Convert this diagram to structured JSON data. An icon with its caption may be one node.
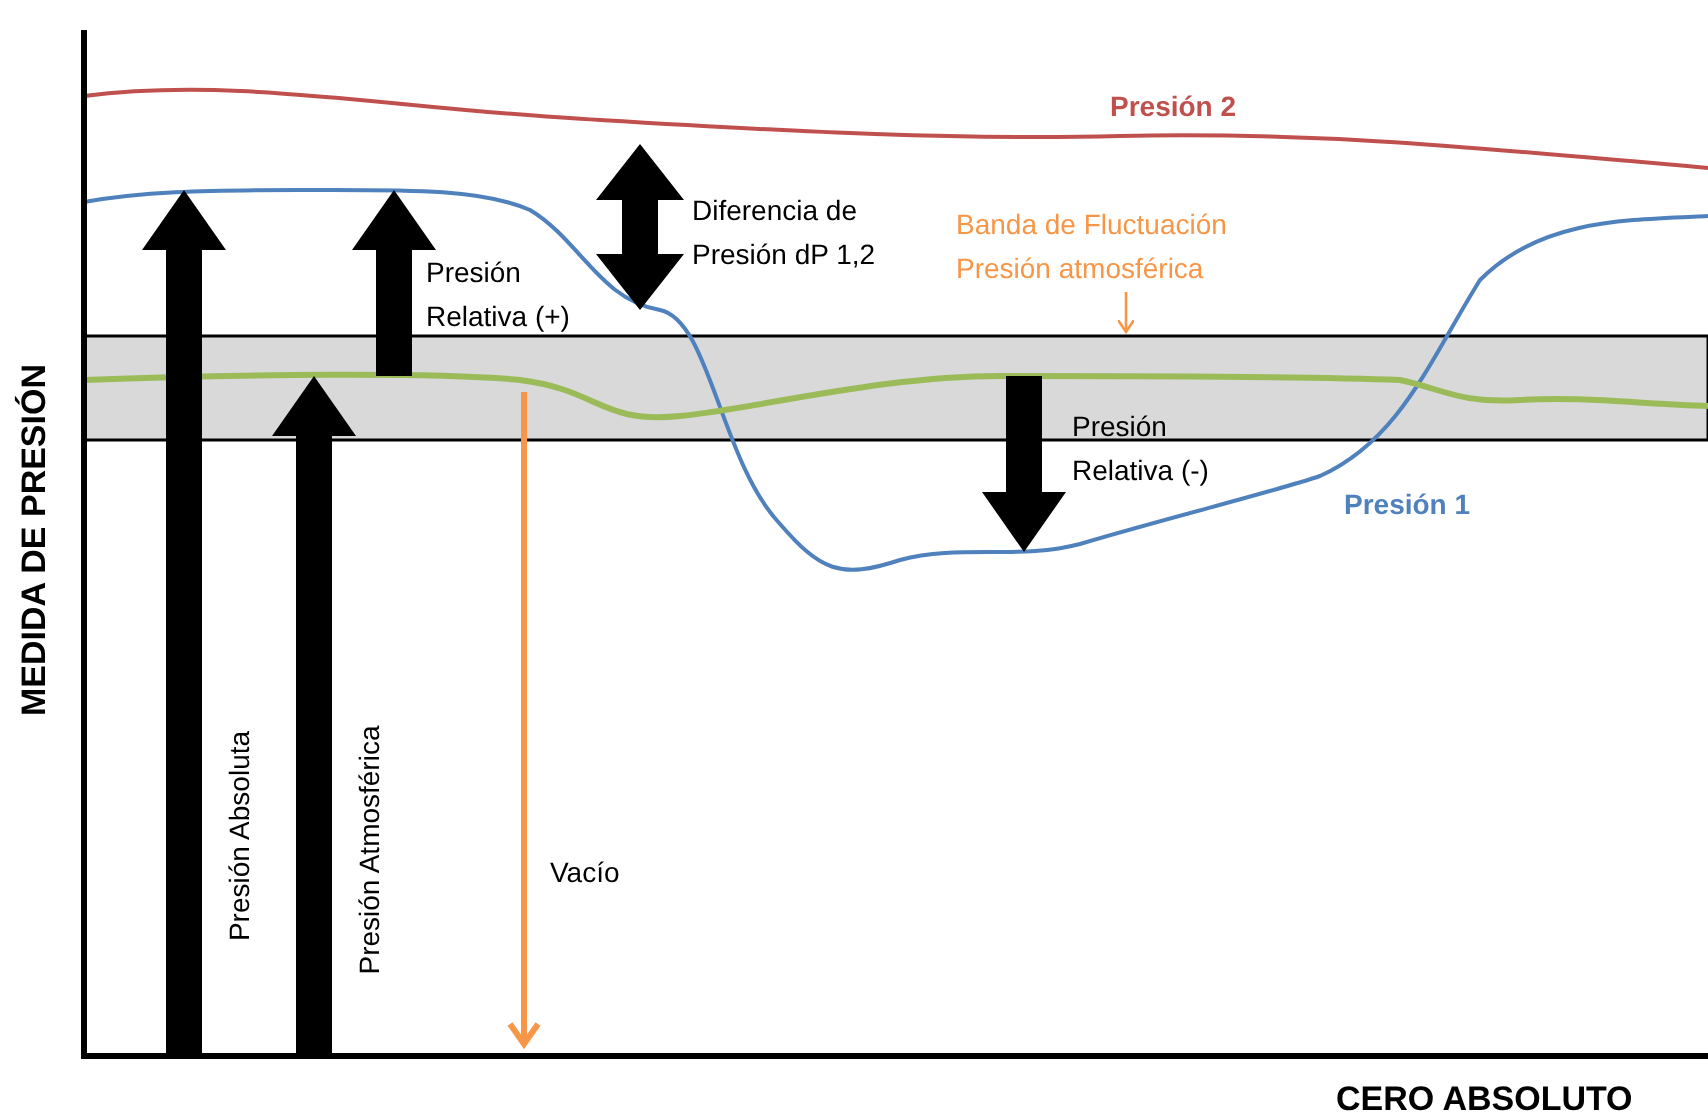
{
  "diagram": {
    "nodes": [
      {
        "text": [
          "Banda de Fluctuación Presión atmosférica"
        ]
      },
      {
        "text": [],
        "shape": "band"
      }
    ],
    "edges": [
      {
        "from": 0,
        "to": 1,
        "arrow": "to"
      }
    ],
    "labels": [
      "Presión 2",
      "Diferencia de Presión dP 1,2",
      "Presión Relativa (+)",
      "MEDIDA DE PRESIÓN",
      "Presión Relativa (-)",
      "Presión 1",
      "Presión Absoluta",
      "Presión Atmosférica",
      "Vacío",
      "CERO ABSOLUTO"
    ]
  }
}
